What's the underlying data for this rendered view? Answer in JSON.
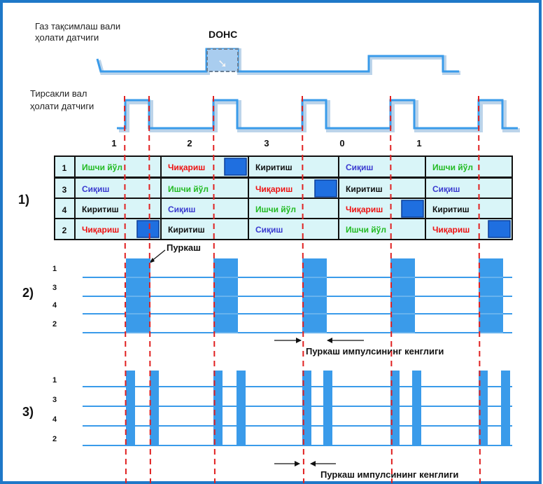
{
  "colors": {
    "frame": "#1e78c8",
    "signal": "#3a9bea",
    "signal_shadow": "#bcd4ea",
    "cell_fill": "#d9f5f8",
    "cell_border": "#111111",
    "inject_block": "#1f6fe0",
    "red_dash": "#e02020",
    "intake": "#3a3ad0",
    "compression": "#111111",
    "power": "#22bb22",
    "exhaust": "#ee1111"
  },
  "labels": {
    "cam_sensor_line1": "Газ тақсимлаш вали",
    "cam_sensor_line2": "ҳолати датчиги",
    "dohc": "DOHC",
    "crank_sensor_line1": "Тирсакли вал",
    "crank_sensor_line2": "ҳолати датчиги",
    "injection": "Пуркаш",
    "pulse_width_2": "Пуркаш импулсининг кенглиги",
    "pulse_width_3": "Пуркаш импулсининг кенглиги"
  },
  "crank_numbers": [
    "1",
    "2",
    "3",
    "0",
    "1"
  ],
  "section_labels": [
    "1)",
    "2)",
    "3)"
  ],
  "cylinder_order": [
    "1",
    "3",
    "4",
    "2"
  ],
  "stroke_table": [
    {
      "cyl": "1",
      "cells": [
        {
          "text": "Ишчи йўл",
          "stroke": "power",
          "inject": false
        },
        {
          "text": "Чиқариш",
          "stroke": "exhaust",
          "inject": true
        },
        {
          "text": "Киритиш",
          "stroke": "compression",
          "inject": false
        },
        {
          "text": "Сиқиш",
          "stroke": "intake",
          "inject": false
        },
        {
          "text": "Ишчи йўл",
          "stroke": "power",
          "inject": false
        }
      ]
    },
    {
      "cyl": "3",
      "cells": [
        {
          "text": "Сиқиш",
          "stroke": "intake",
          "inject": false
        },
        {
          "text": "Ишчи йўл",
          "stroke": "power",
          "inject": false
        },
        {
          "text": "Чиқариш",
          "stroke": "exhaust",
          "inject": true
        },
        {
          "text": "Киритиш",
          "stroke": "compression",
          "inject": false
        },
        {
          "text": "Сиқиш",
          "stroke": "intake",
          "inject": false
        }
      ]
    },
    {
      "cyl": "4",
      "cells": [
        {
          "text": "Киритиш",
          "stroke": "compression",
          "inject": false
        },
        {
          "text": "Сиқиш",
          "stroke": "intake",
          "inject": false
        },
        {
          "text": "Ишчи йўл",
          "stroke": "power",
          "inject": false
        },
        {
          "text": "Чиқариш",
          "stroke": "exhaust",
          "inject": true
        },
        {
          "text": "Киритиш",
          "stroke": "compression",
          "inject": false
        }
      ]
    },
    {
      "cyl": "2",
      "cells": [
        {
          "text": "Чиқариш",
          "stroke": "exhaust",
          "inject": true
        },
        {
          "text": "Киритиш",
          "stroke": "compression",
          "inject": false
        },
        {
          "text": "Сиқиш",
          "stroke": "intake",
          "inject": false
        },
        {
          "text": "Ишчи йўл",
          "stroke": "power",
          "inject": false
        },
        {
          "text": "Чиқариш",
          "stroke": "exhaust",
          "inject": true
        }
      ]
    }
  ]
}
